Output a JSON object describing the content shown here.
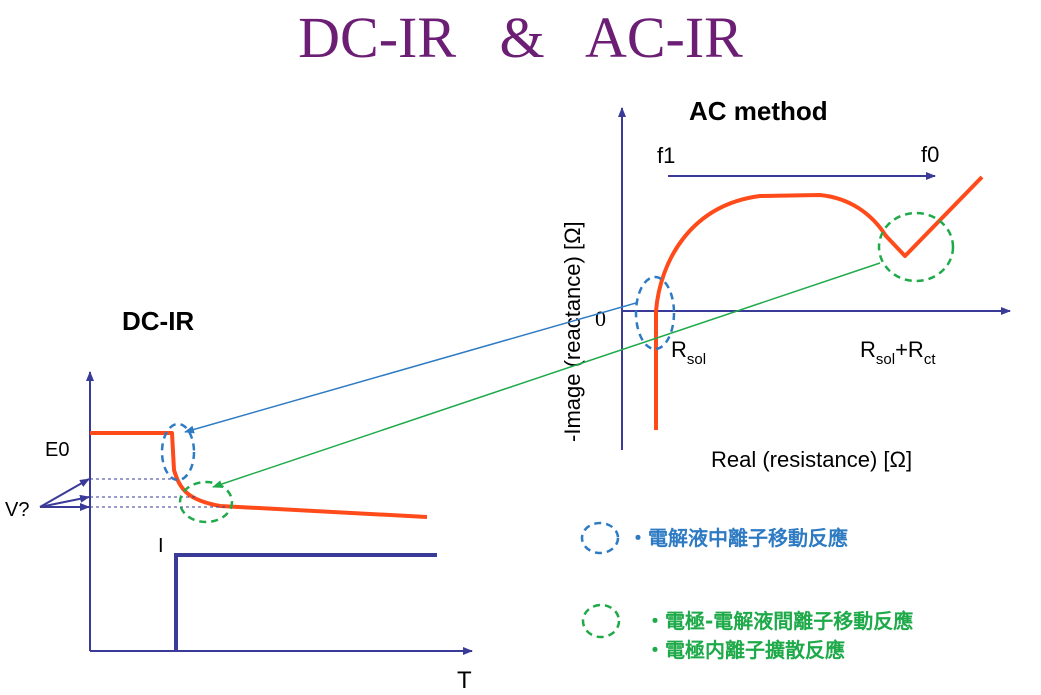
{
  "title": "DC-IR   &   AC-IR",
  "ac_panel": {
    "heading": "AC method",
    "f_start": "f1",
    "f_end": "f0",
    "y_axis_label": "-Image (reactance) [Ω]",
    "x_axis_label": "Real (resistance) [Ω]",
    "zero_label": "0",
    "r_sol": {
      "base": "R",
      "sub": "sol"
    },
    "r_sol_ct": {
      "base1": "R",
      "sub1": "sol",
      "plus": "+R",
      "sub2": "ct"
    }
  },
  "dc_panel": {
    "heading": "DC-IR",
    "e0_label": "E0",
    "v_label": "V?",
    "i_label": "I",
    "t_label": "T"
  },
  "legend": {
    "blue_text": "・電解液中離子移動反應",
    "green_line1": "・電極-電解液間離子移動反應",
    "green_line2": "・電極内離子擴散反應"
  },
  "colors": {
    "title": "#6b1e74",
    "axis": "#3a3a98",
    "curve": "#ff4a1a",
    "blue": "#2e7bc4",
    "green": "#1faa4a"
  }
}
